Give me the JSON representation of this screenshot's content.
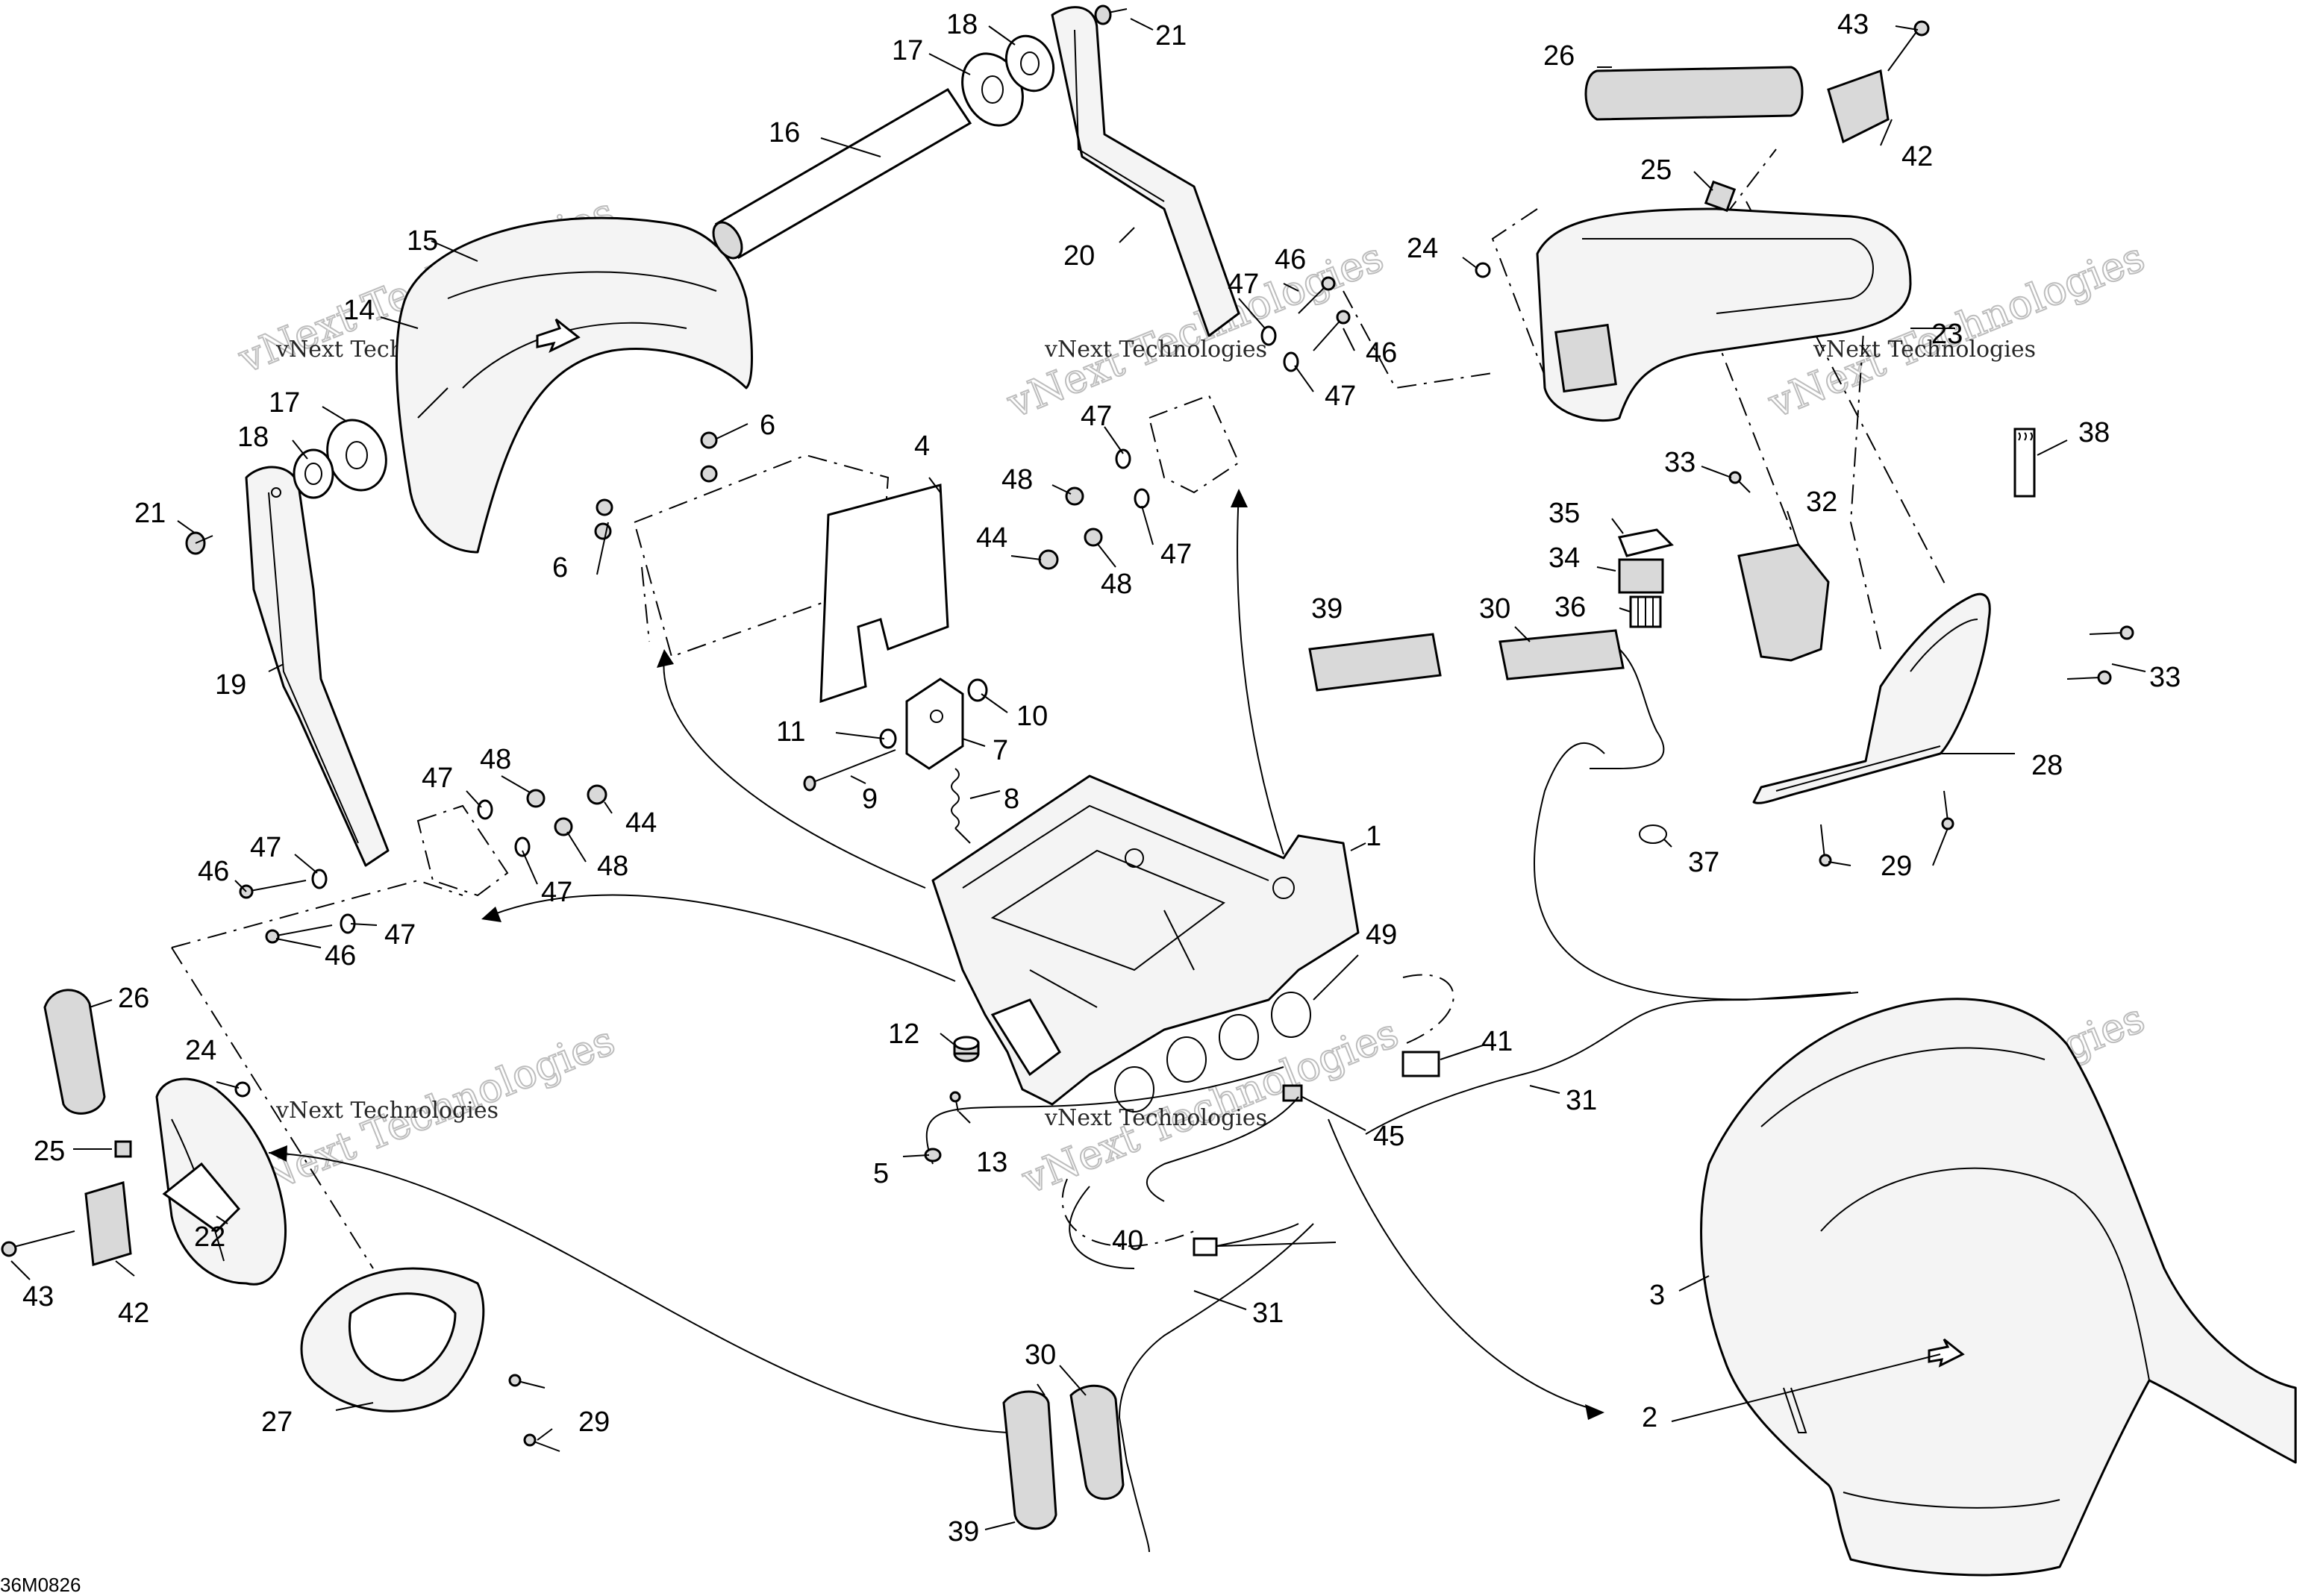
{
  "diagram_code": "36M0826",
  "watermark": {
    "line1": "vNext Technologies",
    "line2": "Technologies"
  },
  "callouts": [
    {
      "id": "c1",
      "label": "1"
    },
    {
      "id": "c2",
      "label": "2"
    },
    {
      "id": "c3",
      "label": "3"
    },
    {
      "id": "c4",
      "label": "4"
    },
    {
      "id": "c5",
      "label": "5"
    },
    {
      "id": "c6a",
      "label": "6"
    },
    {
      "id": "c6b",
      "label": "6"
    },
    {
      "id": "c7",
      "label": "7"
    },
    {
      "id": "c8",
      "label": "8"
    },
    {
      "id": "c9",
      "label": "9"
    },
    {
      "id": "c10",
      "label": "10"
    },
    {
      "id": "c11",
      "label": "11"
    },
    {
      "id": "c12",
      "label": "12"
    },
    {
      "id": "c13",
      "label": "13"
    },
    {
      "id": "c14",
      "label": "14"
    },
    {
      "id": "c15",
      "label": "15"
    },
    {
      "id": "c16",
      "label": "16"
    },
    {
      "id": "c17a",
      "label": "17"
    },
    {
      "id": "c17b",
      "label": "17"
    },
    {
      "id": "c18a",
      "label": "18"
    },
    {
      "id": "c18b",
      "label": "18"
    },
    {
      "id": "c19",
      "label": "19"
    },
    {
      "id": "c20",
      "label": "20"
    },
    {
      "id": "c21a",
      "label": "21"
    },
    {
      "id": "c21b",
      "label": "21"
    },
    {
      "id": "c22",
      "label": "22"
    },
    {
      "id": "c23",
      "label": "23"
    },
    {
      "id": "c24a",
      "label": "24"
    },
    {
      "id": "c24b",
      "label": "24"
    },
    {
      "id": "c25a",
      "label": "25"
    },
    {
      "id": "c25b",
      "label": "25"
    },
    {
      "id": "c26a",
      "label": "26"
    },
    {
      "id": "c26b",
      "label": "26"
    },
    {
      "id": "c27",
      "label": "27"
    },
    {
      "id": "c28",
      "label": "28"
    },
    {
      "id": "c29a",
      "label": "29"
    },
    {
      "id": "c29b",
      "label": "29"
    },
    {
      "id": "c30a",
      "label": "30"
    },
    {
      "id": "c30b",
      "label": "30"
    },
    {
      "id": "c31a",
      "label": "31"
    },
    {
      "id": "c31b",
      "label": "31"
    },
    {
      "id": "c32",
      "label": "32"
    },
    {
      "id": "c33a",
      "label": "33"
    },
    {
      "id": "c33b",
      "label": "33"
    },
    {
      "id": "c34",
      "label": "34"
    },
    {
      "id": "c35",
      "label": "35"
    },
    {
      "id": "c36",
      "label": "36"
    },
    {
      "id": "c37",
      "label": "37"
    },
    {
      "id": "c38",
      "label": "38"
    },
    {
      "id": "c39a",
      "label": "39"
    },
    {
      "id": "c39b",
      "label": "39"
    },
    {
      "id": "c40",
      "label": "40"
    },
    {
      "id": "c41",
      "label": "41"
    },
    {
      "id": "c42a",
      "label": "42"
    },
    {
      "id": "c42b",
      "label": "42"
    },
    {
      "id": "c43a",
      "label": "43"
    },
    {
      "id": "c43b",
      "label": "43"
    },
    {
      "id": "c44a",
      "label": "44"
    },
    {
      "id": "c44b",
      "label": "44"
    },
    {
      "id": "c45",
      "label": "45"
    },
    {
      "id": "c46a",
      "label": "46"
    },
    {
      "id": "c46b",
      "label": "46"
    },
    {
      "id": "c46c",
      "label": "46"
    },
    {
      "id": "c46d",
      "label": "46"
    },
    {
      "id": "c47a",
      "label": "47"
    },
    {
      "id": "c47b",
      "label": "47"
    },
    {
      "id": "c47c",
      "label": "47"
    },
    {
      "id": "c47d",
      "label": "47"
    },
    {
      "id": "c47e",
      "label": "47"
    },
    {
      "id": "c47f",
      "label": "47"
    },
    {
      "id": "c47g",
      "label": "47"
    },
    {
      "id": "c48a",
      "label": "48"
    },
    {
      "id": "c48b",
      "label": "48"
    },
    {
      "id": "c48c",
      "label": "48"
    },
    {
      "id": "c48d",
      "label": "48"
    },
    {
      "id": "c49",
      "label": "49"
    }
  ]
}
